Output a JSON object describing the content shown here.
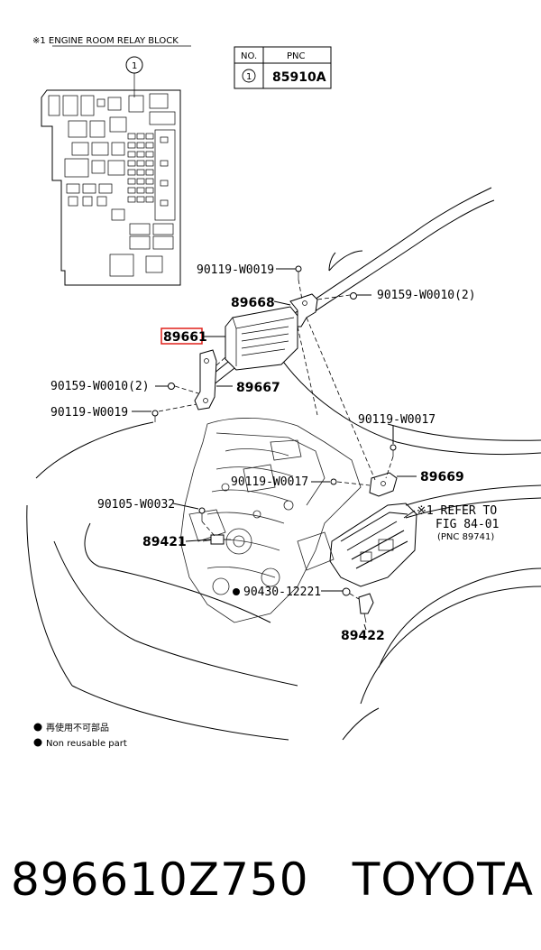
{
  "relay_block": {
    "title": "※1  ENGINE ROOM RELAY BLOCK",
    "callout_number": "1"
  },
  "pnc_table": {
    "headers": [
      "NO.",
      "PNC"
    ],
    "rows": [
      {
        "no": "1",
        "pnc": "85910A"
      }
    ]
  },
  "callouts": {
    "c90119_w0019_top": "90119-W0019",
    "c89668": "89668",
    "c90159_w0010_right": "90159-W0010(2)",
    "c89661": "89661",
    "c90159_w0010_left": "90159-W0010(2)",
    "c89667": "89667",
    "c90119_w0019_left": "90119-W0019",
    "c90119_w0017_right": "90119-W0017",
    "c90119_w0017_mid": "90119-W0017",
    "c89669": "89669",
    "c90105_w0032": "90105-W0032",
    "c89421": "89421",
    "c90430_12221": "90430-12221",
    "c89422": "89422",
    "refer_line1": "※1 REFER TO",
    "refer_line2": "FIG 84-01",
    "refer_line3": "(PNC 89741)"
  },
  "legend": {
    "line1": "再使用不可部品",
    "line2": "Non  reusable part"
  },
  "footer": {
    "part_number": "896610Z750",
    "brand": "TOYOTA"
  },
  "colors": {
    "highlight": "#e0201a",
    "ink": "#000000"
  }
}
